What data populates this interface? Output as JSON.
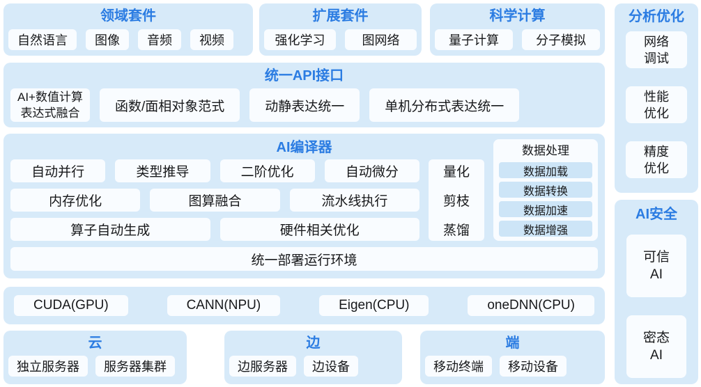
{
  "colors": {
    "panel_bg": "#d7eaf9",
    "box_bg": "#f9fcff",
    "subitem_bg": "#cde5f7",
    "title_blue": "#2b7ce2",
    "text_dark": "#17181a"
  },
  "top_row": [
    {
      "title": "领域套件",
      "items": [
        "自然语言",
        "图像",
        "音频",
        "视频"
      ]
    },
    {
      "title": "扩展套件",
      "items": [
        "强化学习",
        "图网络"
      ]
    },
    {
      "title": "科学计算",
      "items": [
        "量子计算",
        "分子模拟"
      ]
    }
  ],
  "api": {
    "title": "统一API接口",
    "items": [
      "AI+数值计算\n表达式融合",
      "函数/面相对象范式",
      "动静表达统一",
      "单机分布式表达统一"
    ]
  },
  "compiler": {
    "title": "AI编译器",
    "rows": [
      [
        "自动并行",
        "类型推导",
        "二阶优化",
        "自动微分"
      ],
      [
        "内存优化",
        "图算融合",
        "流水线执行"
      ],
      [
        "算子自动生成",
        "硬件相关优化"
      ]
    ],
    "side": [
      "量化",
      "剪枝",
      "蒸馏"
    ],
    "data_processing": {
      "title": "数据处理",
      "items": [
        "数据加载",
        "数据转换",
        "数据加速",
        "数据增强"
      ]
    },
    "bottom": "统一部署运行环境"
  },
  "hardware": {
    "items": [
      "CUDA(GPU)",
      "CANN(NPU)",
      "Eigen(CPU)",
      "oneDNN(CPU)"
    ]
  },
  "deploy": [
    {
      "title": "云",
      "items": [
        "独立服务器",
        "服务器集群"
      ]
    },
    {
      "title": "边",
      "items": [
        "边服务器",
        "边设备"
      ]
    },
    {
      "title": "端",
      "items": [
        "移动终端",
        "移动设备"
      ]
    }
  ],
  "right_col": [
    {
      "title": "分析优化",
      "items": [
        "网络\n调试",
        "性能\n优化",
        "精度\n优化"
      ]
    },
    {
      "title": "AI安全",
      "items": [
        "可信\nAI",
        "密态\nAI"
      ]
    }
  ]
}
